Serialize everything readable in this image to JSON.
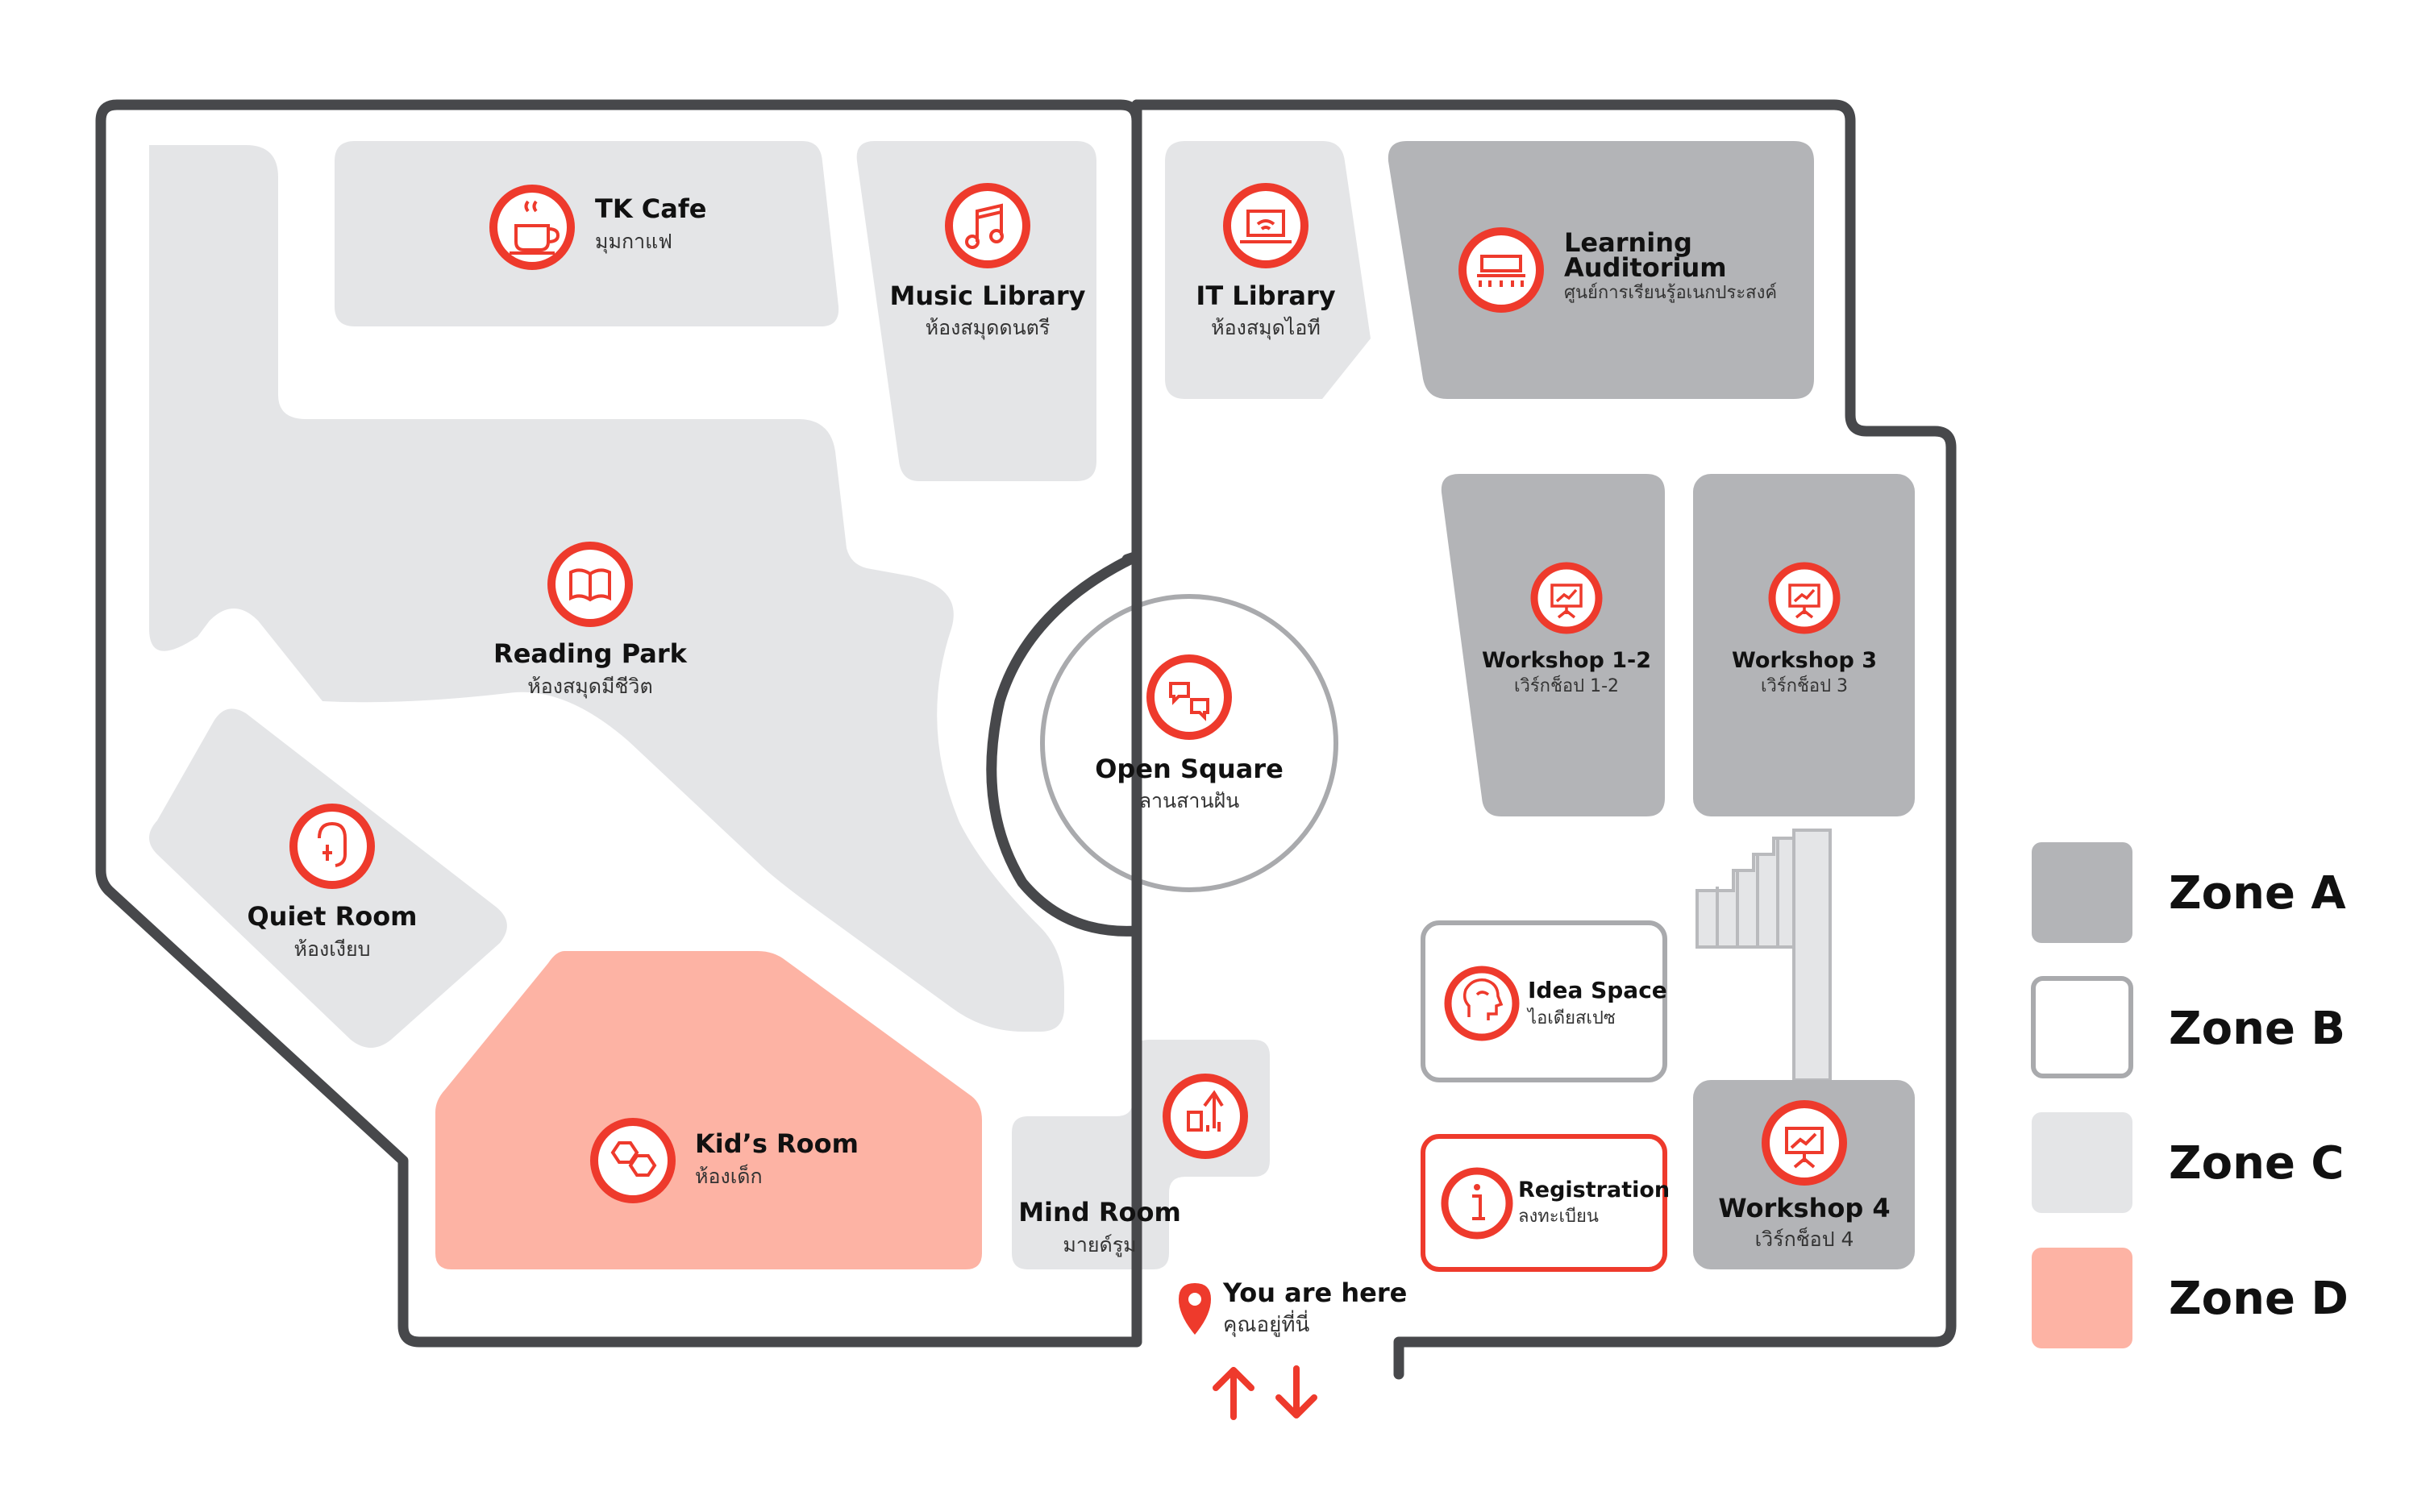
{
  "colors": {
    "zone_a": "#b3b4b7",
    "zone_b_border": "#a9aaad",
    "zone_c": "#e4e5e7",
    "zone_d": "#fdb3a4",
    "wall": "#47484b",
    "accent": "#ee3a2c"
  },
  "rooms": {
    "tk_cafe": {
      "en": "TK Cafe",
      "th": "มุมกาแฟ",
      "icon": "coffee-cup-icon"
    },
    "music_library": {
      "en": "Music Library",
      "th": "ห้องสมุดดนตรี",
      "icon": "music-note-icon"
    },
    "it_library": {
      "en": "IT Library",
      "th": "ห้องสมุดไอที",
      "icon": "laptop-wifi-icon"
    },
    "learning_auditorium": {
      "en1": "Learning",
      "en2": "Auditorium",
      "th": "ศูนย์การเรียนรู้อเนกประสงค์",
      "icon": "auditorium-seats-icon"
    },
    "reading_park": {
      "en": "Reading Park",
      "th": "ห้องสมุดมีชีวิต",
      "icon": "open-book-icon"
    },
    "open_square": {
      "en": "Open Square",
      "th": "ลานสานฝัน",
      "icon": "people-chat-icon"
    },
    "workshop_1_2": {
      "en": "Workshop 1-2",
      "th": "เวิร์กช็อป 1-2",
      "icon": "presentation-board-icon"
    },
    "workshop_3": {
      "en": "Workshop 3",
      "th": "เวิร์กช็อป 3",
      "icon": "presentation-board-icon"
    },
    "quiet_room": {
      "en": "Quiet Room",
      "th": "ห้องเงียบ",
      "icon": "shush-face-icon"
    },
    "idea_space": {
      "en": "Idea Space",
      "th": "ไอเดียสเปซ",
      "icon": "head-brain-icon"
    },
    "kids_room": {
      "en": "Kid’s Room",
      "th": "ห้องเด็ก",
      "icon": "hexagon-toys-icon"
    },
    "mind_room": {
      "en": "Mind Room",
      "th": "มายด์รูม",
      "icon": "mind-growth-icon"
    },
    "registration": {
      "en": "Registration",
      "th": "ลงทะเบียน",
      "icon": "info-icon"
    },
    "workshop_4": {
      "en": "Workshop 4",
      "th": "เวิร์กช็อป 4",
      "icon": "presentation-board-icon"
    }
  },
  "you_are_here": {
    "en": "You are here",
    "th": "คุณอยู่ที่นี่",
    "icon": "location-pin-icon"
  },
  "entrance_arrows_icon": "up-down-arrows-icon",
  "legend": [
    {
      "label": "Zone A"
    },
    {
      "label": "Zone B"
    },
    {
      "label": "Zone C"
    },
    {
      "label": "Zone D"
    }
  ]
}
